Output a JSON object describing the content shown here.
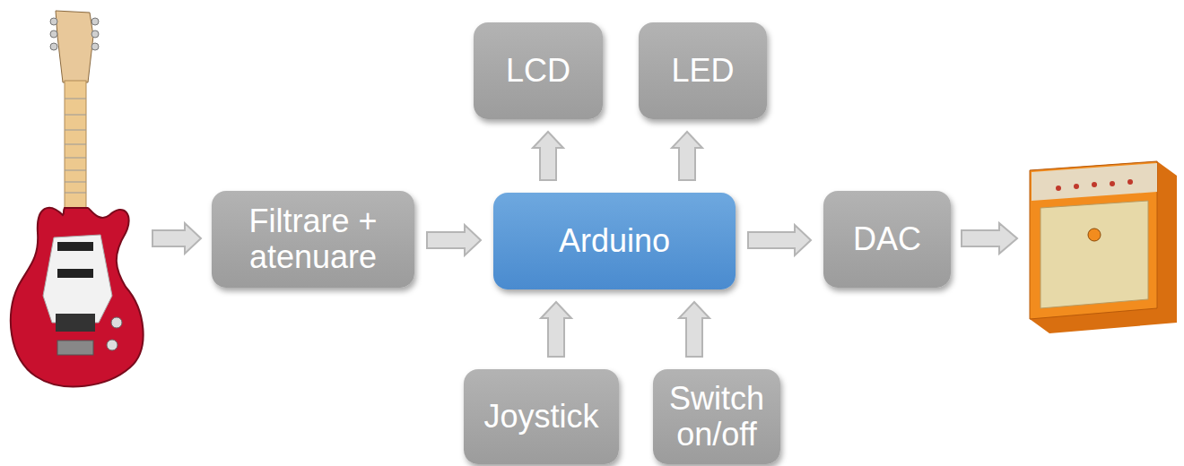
{
  "diagram": {
    "nodes": [
      {
        "text": [
          "LCD"
        ]
      },
      {
        "text": [
          "LED"
        ]
      },
      {
        "text": [
          "Filtrare + atenuare"
        ]
      },
      {
        "text": [
          "Arduino"
        ]
      },
      {
        "text": [
          "DAC"
        ]
      },
      {
        "text": [
          "Joystick"
        ]
      },
      {
        "text": [
          "Switch on/off"
        ]
      }
    ],
    "edges": [
      {
        "from": 2,
        "to": 3,
        "arrow": "to"
      },
      {
        "from": 3,
        "to": 0,
        "arrow": "to"
      },
      {
        "from": 3,
        "to": 1,
        "arrow": "to"
      },
      {
        "from": 5,
        "to": 3,
        "arrow": "to"
      },
      {
        "from": 6,
        "to": 3,
        "arrow": "to"
      },
      {
        "from": 3,
        "to": 4,
        "arrow": "to"
      }
    ]
  }
}
